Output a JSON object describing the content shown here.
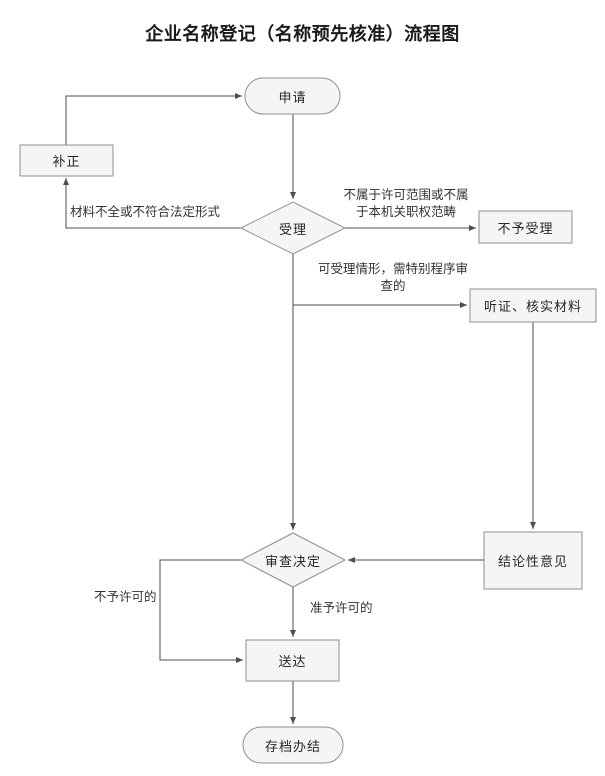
{
  "title": "企业名称登记（名称预先核准）流程图",
  "nodes": {
    "apply": {
      "label": "申请",
      "shape": "stadium"
    },
    "correction": {
      "label": "补正",
      "shape": "rect"
    },
    "acceptance": {
      "label": "受理",
      "shape": "diamond"
    },
    "not_accepted": {
      "label": "不予受理",
      "shape": "rect"
    },
    "hearing": {
      "label": "听证、核实材料",
      "shape": "rect"
    },
    "review_decision": {
      "label": "审查决定",
      "shape": "diamond"
    },
    "conclusive_opinion": {
      "label": "结论性意见",
      "shape": "rect"
    },
    "delivery": {
      "label": "送达",
      "shape": "rect"
    },
    "archive": {
      "label": "存档办结",
      "shape": "stadium"
    }
  },
  "edge_labels": {
    "incomplete_materials": "材料不全或不符合法定形式",
    "out_of_scope": "不属于许可范围或不属\n于本机关职权范畴",
    "special_procedure": "可受理情形，需特别程序审\n查的",
    "not_permitted": "不予许可的",
    "permitted": "准予许可的"
  },
  "colors": {
    "node_fill": "#f5f5f5",
    "node_border": "#8f8f8f",
    "connector": "#4d4d4d",
    "text": "#262626",
    "background": "#ffffff"
  }
}
